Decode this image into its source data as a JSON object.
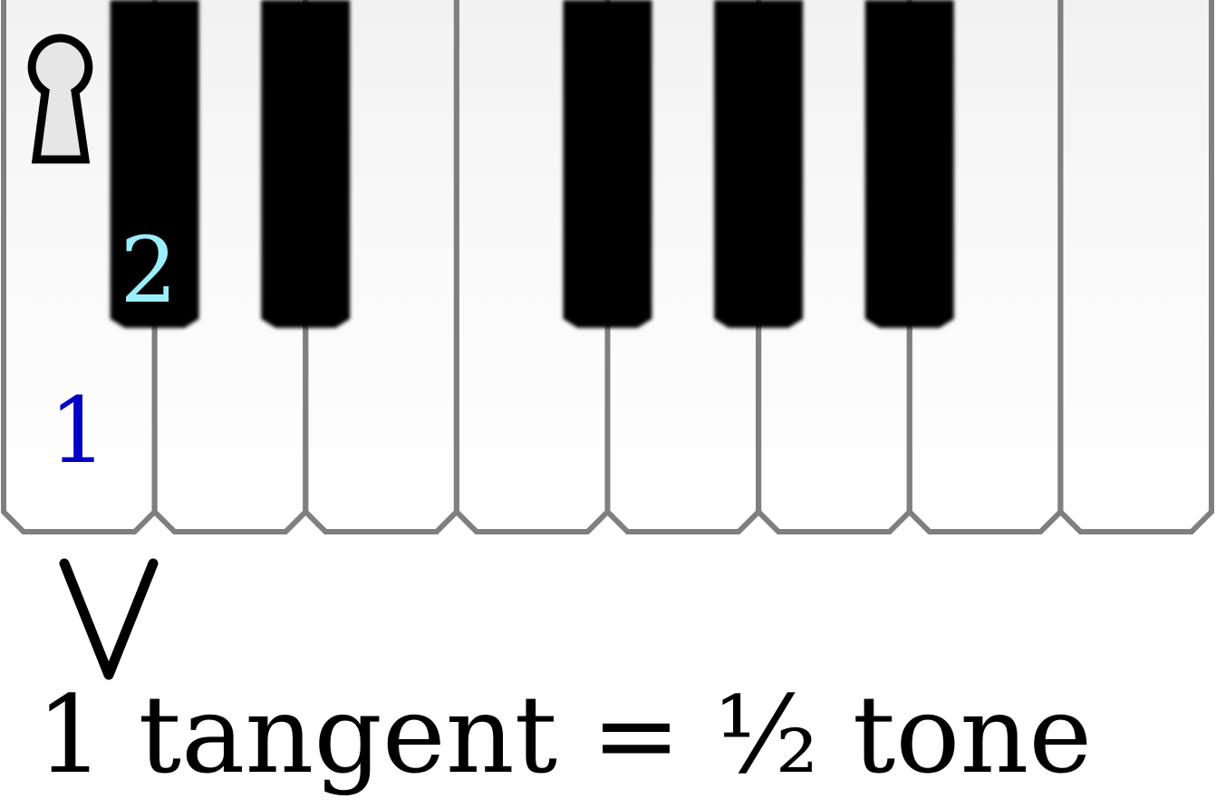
{
  "keyboard": {
    "white_key_count": 8,
    "black_key_positions": [
      1,
      2,
      4,
      5,
      6
    ],
    "white_key_color": "#ffffff",
    "white_key_top_color": "#f2f2f2",
    "white_key_border_color": "#7f7f7f",
    "black_key_color": "#000000",
    "key_start_icon": "keyhole-icon"
  },
  "fingering": {
    "finger_1": {
      "label": "1",
      "color": "#0000c8",
      "key": "white-1"
    },
    "finger_2": {
      "label": "2",
      "color": "#9aeefc",
      "key": "black-1"
    }
  },
  "pointer": {
    "label": "V",
    "target": "white-1"
  },
  "caption": "1 tangent = ½ tone"
}
